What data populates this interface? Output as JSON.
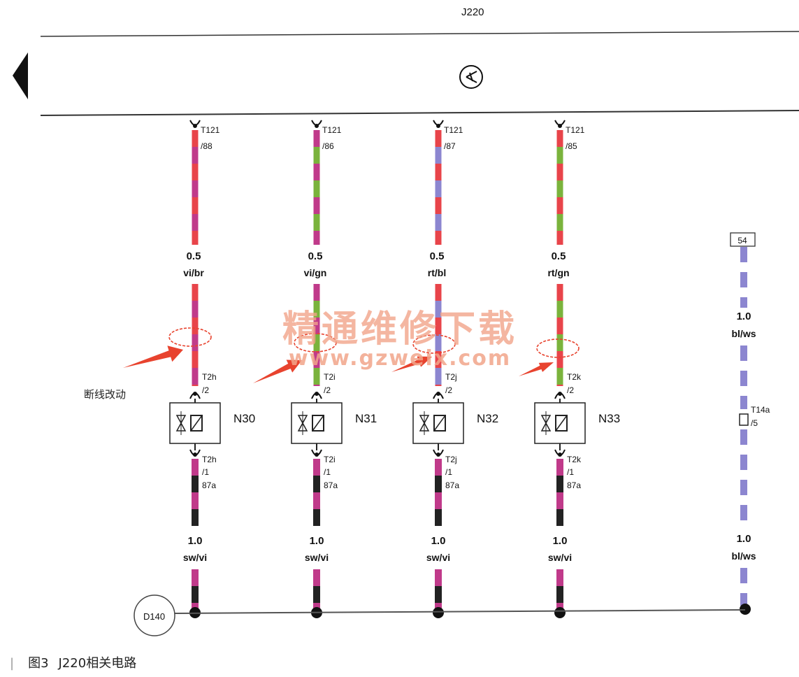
{
  "control_unit": {
    "name": "J220"
  },
  "wires": [
    {
      "pin_top": "T121",
      "pin_top_no": "/88",
      "gauge_top": "0.5",
      "color_top": "vi/br",
      "c1": "#e8444a",
      "c2": "#c03a8a",
      "connector": "T2h",
      "conn_pin_top": "/2",
      "conn_pin_bottom": "/1",
      "terminal": "87a",
      "component": "N30",
      "gauge_bottom": "1.0",
      "color_bottom": "sw/vi"
    },
    {
      "pin_top": "T121",
      "pin_top_no": "/86",
      "gauge_top": "0.5",
      "color_top": "vi/gn",
      "c1": "#c03a8a",
      "c2": "#7ab33c",
      "connector": "T2i",
      "conn_pin_top": "/2",
      "conn_pin_bottom": "/1",
      "terminal": "87a",
      "component": "N31",
      "gauge_bottom": "1.0",
      "color_bottom": "sw/vi"
    },
    {
      "pin_top": "T121",
      "pin_top_no": "/87",
      "gauge_top": "0.5",
      "color_top": "rt/bl",
      "c1": "#e8444a",
      "c2": "#8c86d0",
      "connector": "T2j",
      "conn_pin_top": "/2",
      "conn_pin_bottom": "/1",
      "terminal": "87a",
      "component": "N32",
      "gauge_bottom": "1.0",
      "color_bottom": "sw/vi"
    },
    {
      "pin_top": "T121",
      "pin_top_no": "/85",
      "gauge_top": "0.5",
      "color_top": "rt/gn",
      "c1": "#e8444a",
      "c2": "#7ab33c",
      "connector": "T2k",
      "conn_pin_top": "/2",
      "conn_pin_bottom": "/1",
      "terminal": "87a",
      "component": "N33",
      "gauge_bottom": "1.0",
      "color_bottom": "sw/vi"
    }
  ],
  "blue_wire": {
    "ref": "54",
    "gauge_top": "1.0",
    "color_top": "bl/ws",
    "connector": "T14a",
    "conn_pin": "/5",
    "gauge_bottom": "1.0",
    "color_bottom": "bl/ws",
    "c1": "#8c86d0"
  },
  "ground": {
    "label": "D140"
  },
  "annotation": {
    "text": "断线改动"
  },
  "watermark": {
    "line1": "精通维修下载",
    "line2": "www.gzweix.com"
  },
  "caption": {
    "figure": "图3",
    "title": "J220相关电路"
  },
  "colors": {
    "red": "#e8444a",
    "violet": "#c03a8a",
    "green": "#7ab33c",
    "blue": "#8c86d0",
    "black": "#222222",
    "arrow": "#e8432e",
    "watermark": "#f2a58a"
  }
}
